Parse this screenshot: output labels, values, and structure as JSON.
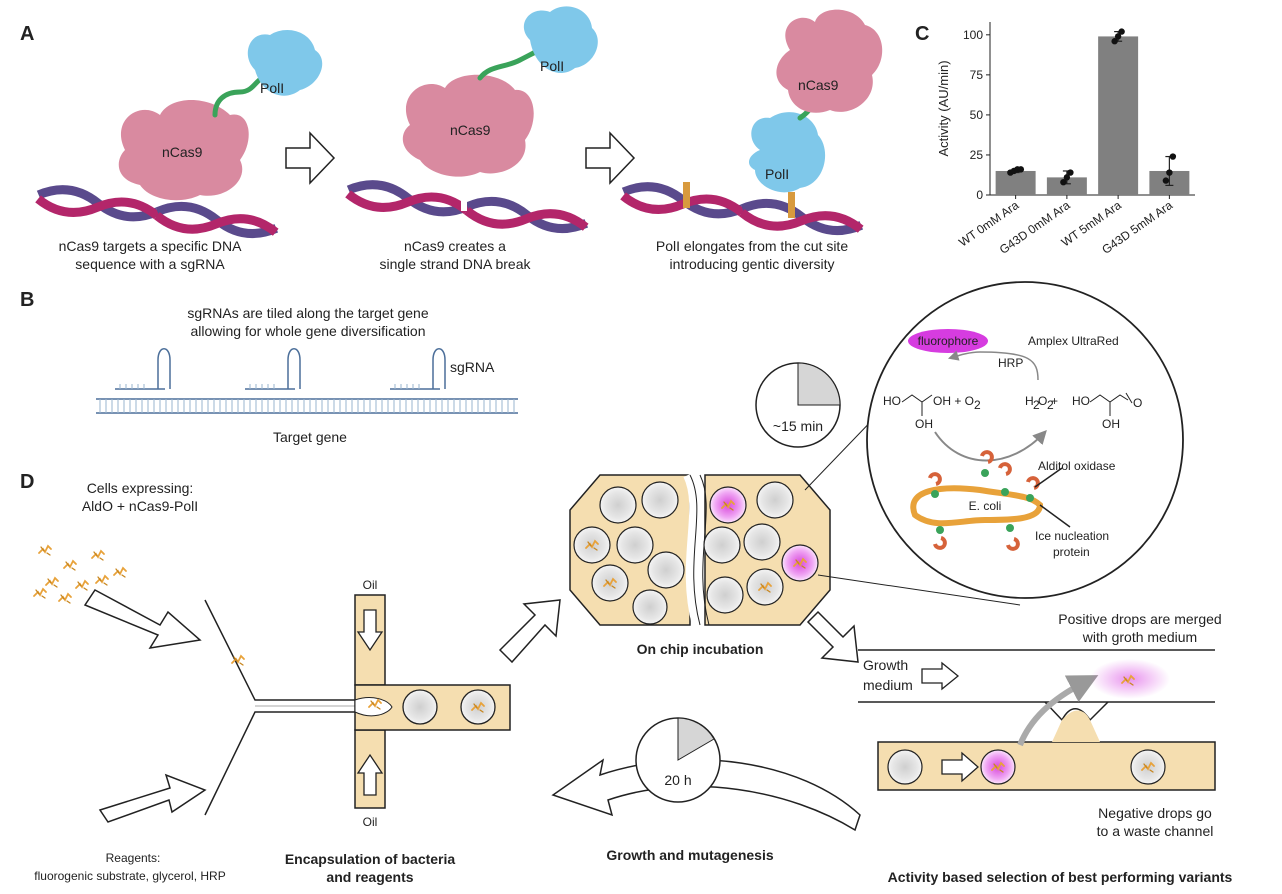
{
  "panels": {
    "A": {
      "letter": "A",
      "protein_labels": {
        "poli": "PolI",
        "ncas9": "nCas9"
      },
      "captions": [
        [
          "nCas9 targets a specific DNA",
          "sequence with a sgRNA"
        ],
        [
          "nCas9 creates a",
          "single strand DNA break"
        ],
        [
          "PolI elongates from the cut site",
          "introducing gentic diversity"
        ]
      ]
    },
    "B": {
      "letter": "B",
      "header": [
        "sgRNAs are tiled along the target gene",
        "allowing for whole gene diversification"
      ],
      "sgrna_label": "sgRNA",
      "gene_label": "Target gene"
    },
    "C": {
      "letter": "C"
    },
    "D": {
      "letter": "D",
      "cells_label": [
        "Cells expressing:",
        "AldO + nCas9-PolI"
      ],
      "reagents_label": [
        "Reagents:",
        "fluorogenic substrate, glycerol, HRP"
      ],
      "oil_label": "Oil",
      "encapsulation_label": [
        "Encapsulation of bacteria",
        "and reagents"
      ],
      "incubation_label": "On chip incubation",
      "incubation_time": "~15 min",
      "growth_time": "20 h",
      "growth_label": "Growth and mutagenesis",
      "selection_label": "Activity based selection of best performing variants",
      "growth_medium_label": [
        "Growth",
        "medium"
      ],
      "positive_label": [
        "Positive drops are merged",
        "with groth medium"
      ],
      "negative_label": [
        "Negative drops go",
        "to a waste channel"
      ],
      "zoom": {
        "fluorophore": "fluorophore",
        "amplex": "Amplex UltraRed",
        "hrp": "HRP",
        "substrate_left": "HO",
        "substrate_right": "OH + O",
        "substrate_sub": "2",
        "substrate_oh": "OH",
        "product_h2o2": "H",
        "product_2a": "2",
        "product_o": "O",
        "product_2b": "2",
        "product_plus": " +",
        "product_ho": "HO",
        "product_o_ald": "O",
        "product_oh": "OH",
        "ecoli": "E. coli",
        "alditol": "Alditol oxidase",
        "ice": [
          "Ice nucleation",
          "protein"
        ]
      }
    }
  },
  "colors": {
    "protein_pink": "#d98aa0",
    "protein_blue": "#7fc8ea",
    "linker_green": "#3aa35a",
    "dna_magenta": "#b3266a",
    "dna_purple": "#5a4a8c",
    "droplet_fill": "#f5deb0",
    "fluorophore": "#d63ce0",
    "bar_gray": "#808080",
    "cell_orange": "#e8a23a"
  },
  "chart_data": {
    "type": "bar",
    "categories": [
      "WT 0mM Ara",
      "G43D 0mM Ara",
      "WT 5mM Ara",
      "G43D 5mM Ara"
    ],
    "values": [
      15,
      11,
      99,
      15
    ],
    "error": [
      1,
      4,
      3,
      9
    ],
    "points": [
      [
        14,
        15,
        16,
        16
      ],
      [
        8,
        11,
        14
      ],
      [
        96,
        99,
        102
      ],
      [
        9,
        14,
        24
      ]
    ],
    "xlabel": "",
    "ylabel": "Activity (AU/min)",
    "ylim": [
      0,
      108
    ],
    "yticks": [
      0,
      25,
      50,
      75,
      100
    ],
    "grid": false
  }
}
